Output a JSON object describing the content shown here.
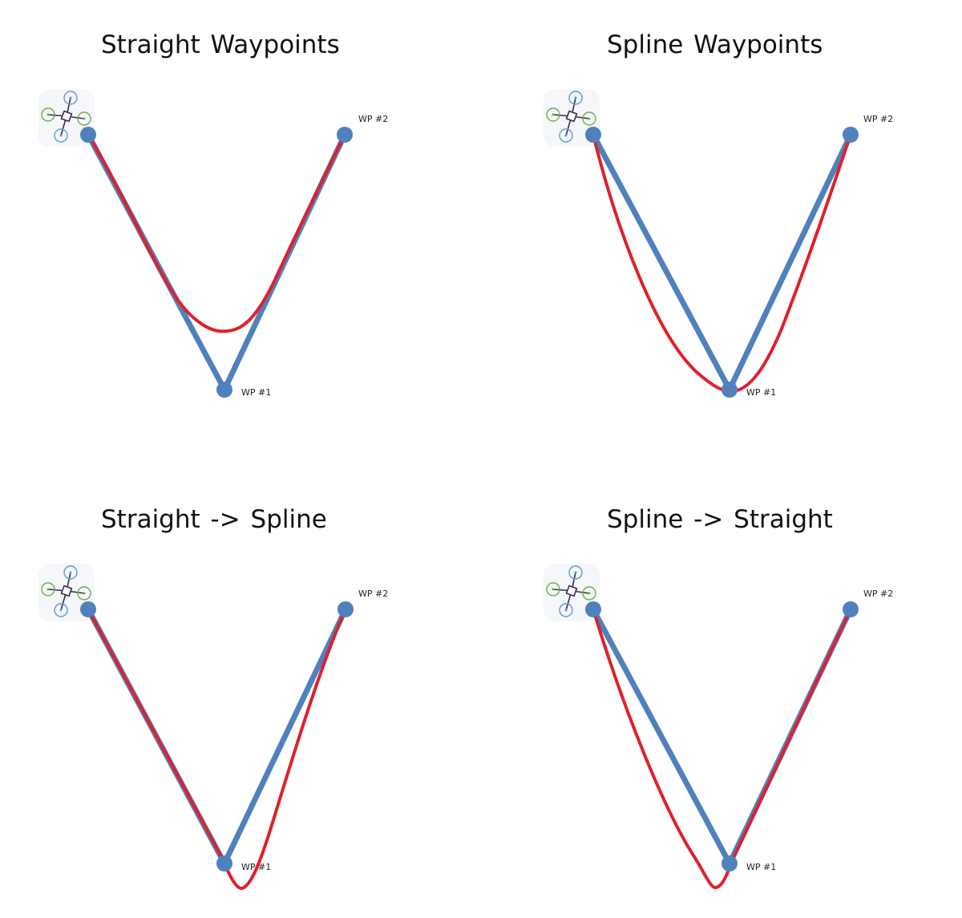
{
  "panels": [
    {
      "title": "Straight Waypoints",
      "waypoints": [
        {
          "label": ""
        },
        {
          "label": "WP #1"
        },
        {
          "label": "WP #2"
        }
      ],
      "mode": "straight-straight"
    },
    {
      "title": "Spline Waypoints",
      "waypoints": [
        {
          "label": ""
        },
        {
          "label": "WP #1"
        },
        {
          "label": "WP #2"
        }
      ],
      "mode": "spline-spline"
    },
    {
      "title": "Straight -> Spline",
      "waypoints": [
        {
          "label": ""
        },
        {
          "label": "WP #1"
        },
        {
          "label": "WP #2"
        }
      ],
      "mode": "straight-spline"
    },
    {
      "title": "Spline -> Straight",
      "waypoints": [
        {
          "label": ""
        },
        {
          "label": "WP #1"
        },
        {
          "label": "WP #2"
        }
      ],
      "mode": "spline-straight"
    }
  ],
  "colors": {
    "planned_path": "#4f81bd",
    "flown_path": "#e0202a",
    "waypoint": "#4f81bd",
    "propeller_blue": "#5b9bd5",
    "propeller_green": "#70ad47",
    "frame": "#3a2a4a"
  },
  "icons": {
    "vehicle": "quadcopter-icon"
  }
}
